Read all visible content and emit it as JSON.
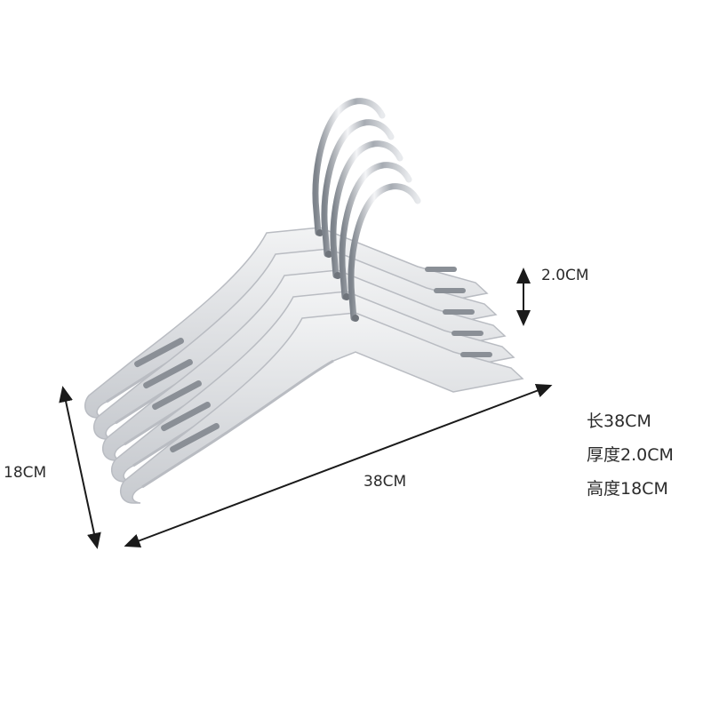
{
  "dimensions": {
    "thickness_label": "2.0CM",
    "height_label": "18CM",
    "length_label": "38CM"
  },
  "specs": [
    "长38CM",
    "厚度2.0CM",
    "高度18CM"
  ],
  "colors": {
    "hanger_body": "#e6e7e9",
    "hanger_shadow": "#b9bcc2",
    "pad": "#8a8f96",
    "hook_metal": "#c9ccd1",
    "arrow": "#1a1a1a"
  },
  "product": {
    "item": "clothes-hanger",
    "count": 5
  }
}
